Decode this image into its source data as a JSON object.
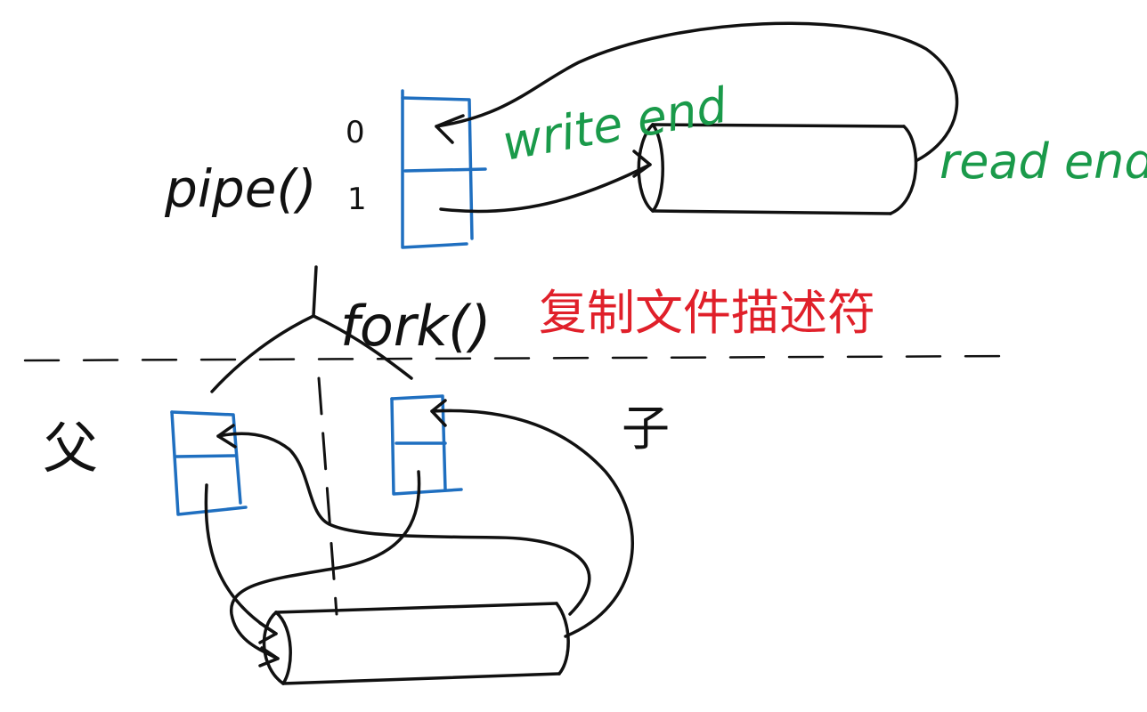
{
  "labels": {
    "pipe_call": "pipe()",
    "fd_zero": "0",
    "fd_one": "1",
    "write_end": "write end",
    "read_end": "read end",
    "fork_call": "fork()",
    "fork_note": "复制文件描述符",
    "parent": "父",
    "child": "子"
  },
  "colors": {
    "ink": "#111111",
    "fd_table": "#1f6fc0",
    "end_labels": "#1a9a4a",
    "annotation": "#e0202a"
  }
}
